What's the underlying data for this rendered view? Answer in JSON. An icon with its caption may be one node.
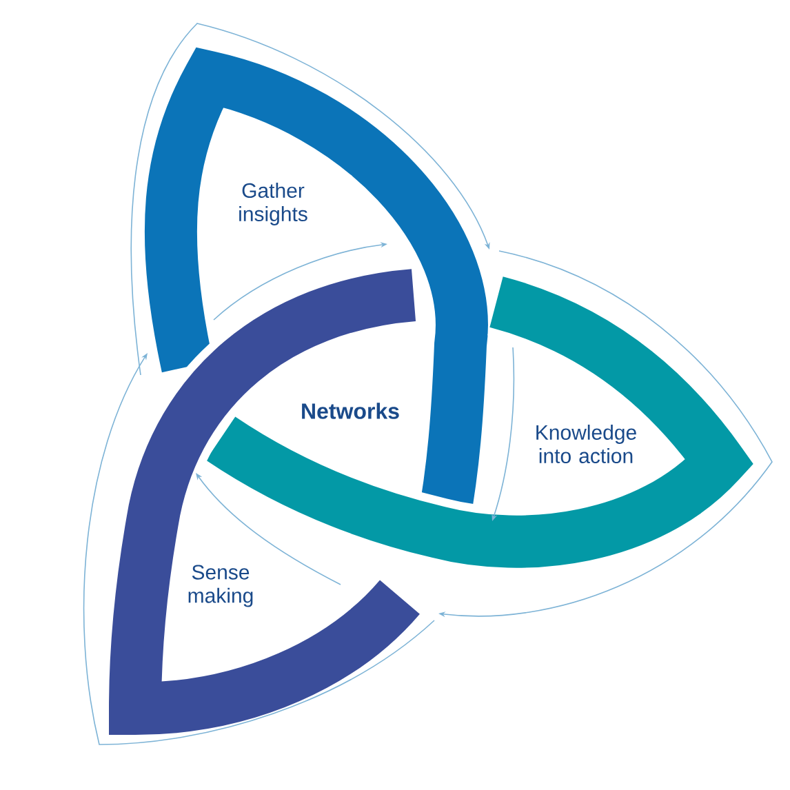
{
  "diagram": {
    "nodes": [
      {
        "text": [
          "Gather insights"
        ]
      },
      {
        "text": [
          "Knowledge into action"
        ]
      },
      {
        "text": [
          "Sense making"
        ]
      }
    ],
    "labels": [
      "Networks"
    ]
  }
}
